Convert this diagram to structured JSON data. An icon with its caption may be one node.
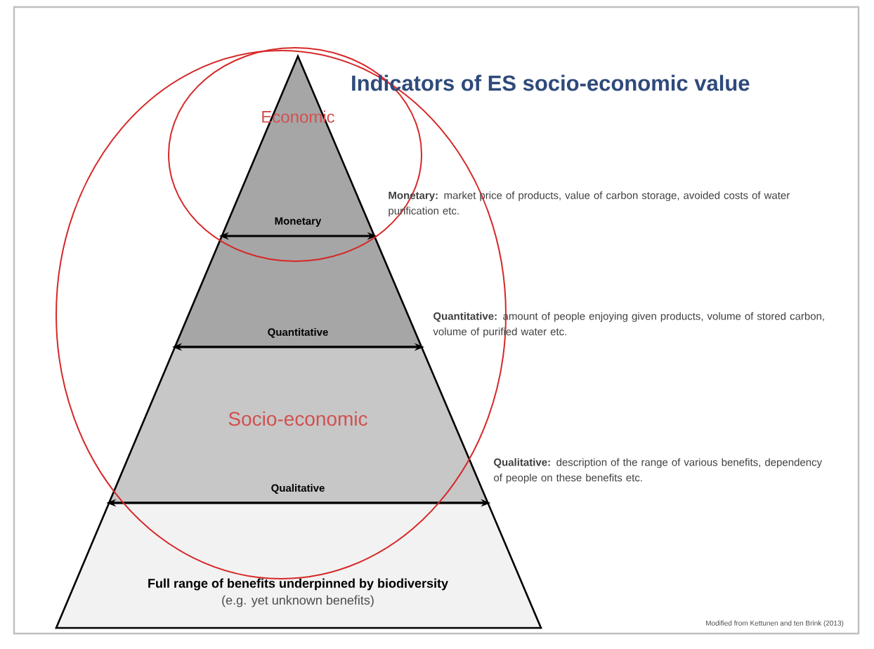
{
  "diagram": {
    "title": "Indicators of ES socio-economic value",
    "nodes": [
      {
        "text": [
          "Economic"
        ],
        "in": 1
      },
      {
        "text": [
          "Socio-economic"
        ]
      },
      {
        "text": [
          "Full range of benefits underpinned by biodiversity",
          "(e.g. yet unknown benefits)"
        ]
      }
    ],
    "labels": [
      "Monetary",
      "Quantitative",
      "Qualitative",
      "**Monetary:** market price of products, value of carbon storage, avoided costs of water purification etc.",
      "**Quantitative:** amount of people enjoying given products, volume of stored carbon, volume of purified water etc.",
      "**Qualitative:** description of the range of various benefits, dependency of people on these benefits etc.",
      "Modified from Kettunen and ten Brink (2013)"
    ]
  }
}
